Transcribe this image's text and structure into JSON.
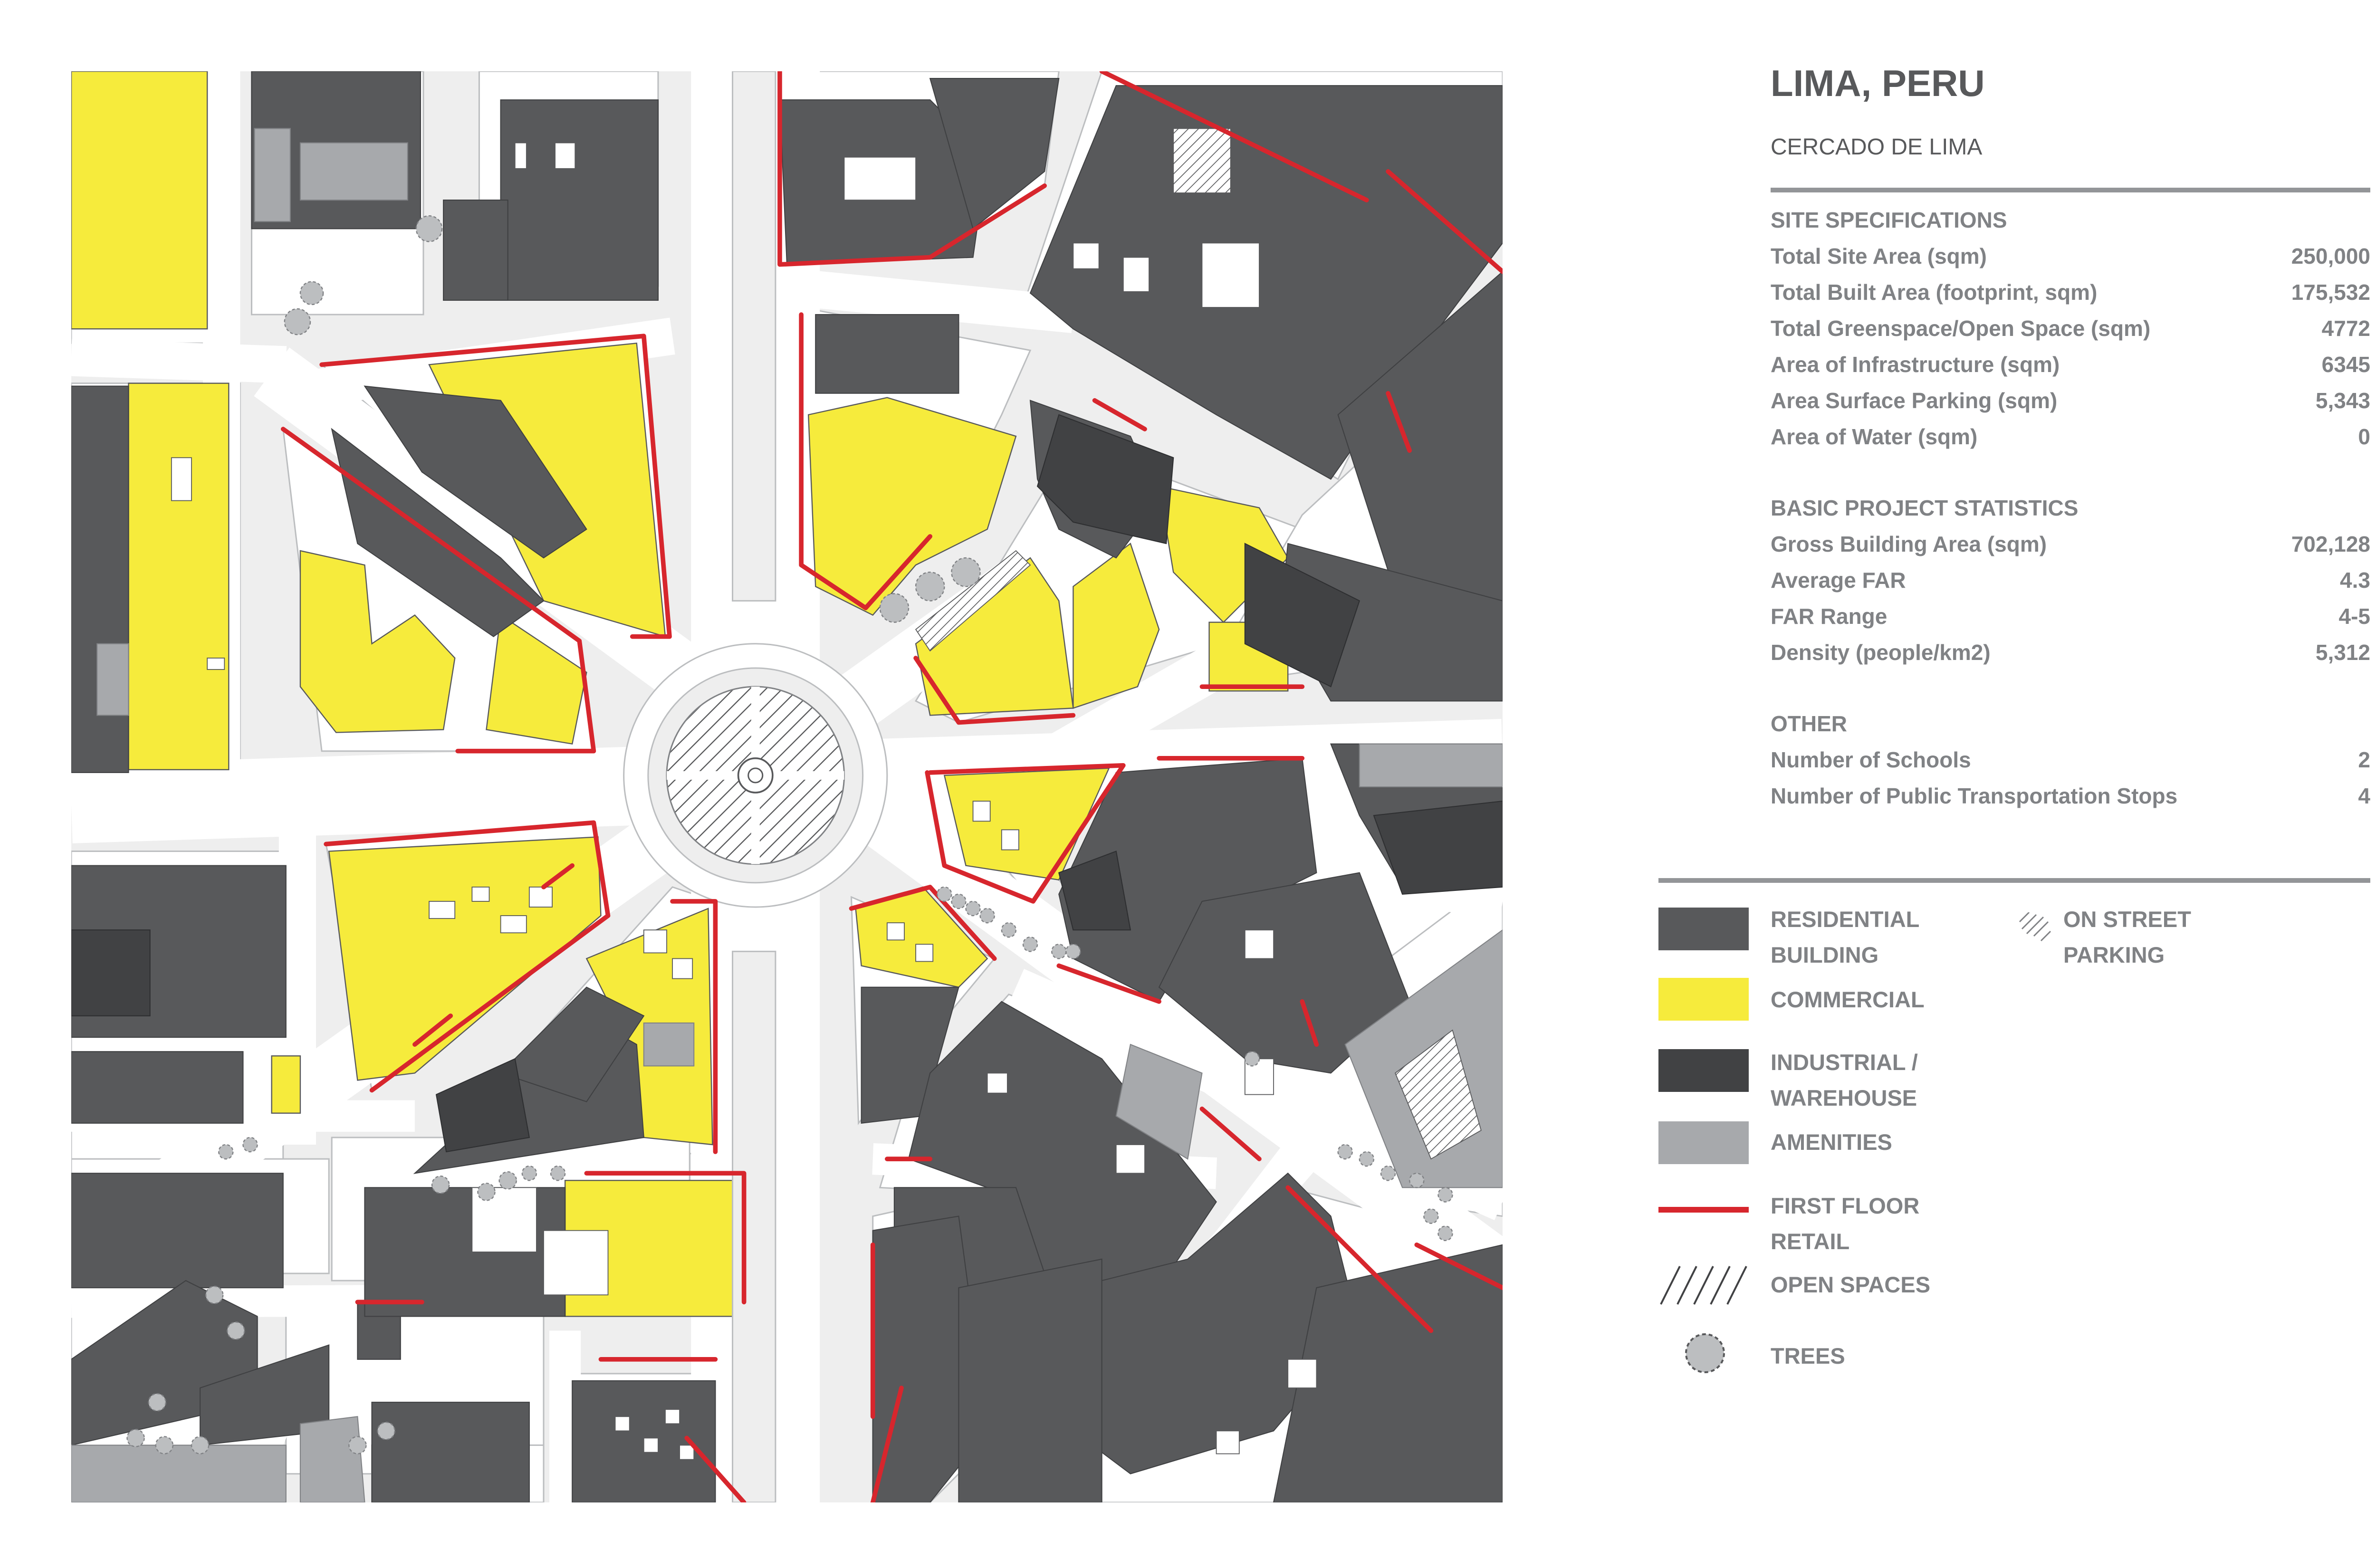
{
  "header": {
    "title": "LIMA, PERU",
    "subtitle": "CERCADO DE LIMA"
  },
  "site_specifications": {
    "heading": "SITE SPECIFICATIONS",
    "rows": [
      {
        "label": "Total Site Area (sqm)",
        "value": "250,000"
      },
      {
        "label": "Total Built Area (footprint, sqm)",
        "value": "175,532"
      },
      {
        "label": "Total Greenspace/Open Space (sqm)",
        "value": "4772"
      },
      {
        "label": "Area of Infrastructure (sqm)",
        "value": "6345"
      },
      {
        "label": "Area Surface Parking (sqm)",
        "value": "5,343"
      },
      {
        "label": "Area of Water (sqm)",
        "value": "0"
      }
    ]
  },
  "project_statistics": {
    "heading": "BASIC PROJECT STATISTICS",
    "rows": [
      {
        "label": "Gross Building Area (sqm)",
        "value": "702,128"
      },
      {
        "label": "Average FAR",
        "value": "4.3"
      },
      {
        "label": "FAR Range",
        "value": "4-5"
      },
      {
        "label": "Density (people/km2)",
        "value": "5,312"
      }
    ]
  },
  "other": {
    "heading": "OTHER",
    "rows": [
      {
        "label": "Number of Schools",
        "value": "2"
      },
      {
        "label": "Number of Public Transportation Stops",
        "value": "4"
      }
    ]
  },
  "legend": {
    "residential": "RESIDENTIAL\nBUILDING",
    "on_street_parking": "ON STREET\nPARKING",
    "commercial": "COMMERCIAL",
    "industrial": "INDUSTRIAL /\nWAREHOUSE",
    "amenities": "AMENITIES",
    "first_floor_retail": "FIRST FLOOR\nRETAIL",
    "open_spaces": "OPEN SPACES",
    "trees": "TREES"
  },
  "colors": {
    "residential": "#58595b",
    "commercial": "#f6eb3c",
    "industrial": "#414244",
    "amenities": "#a7a9ac",
    "retail": "#d7262d",
    "street": "#ffffff",
    "block_base": "#eeeeee",
    "rule": "#939598"
  }
}
